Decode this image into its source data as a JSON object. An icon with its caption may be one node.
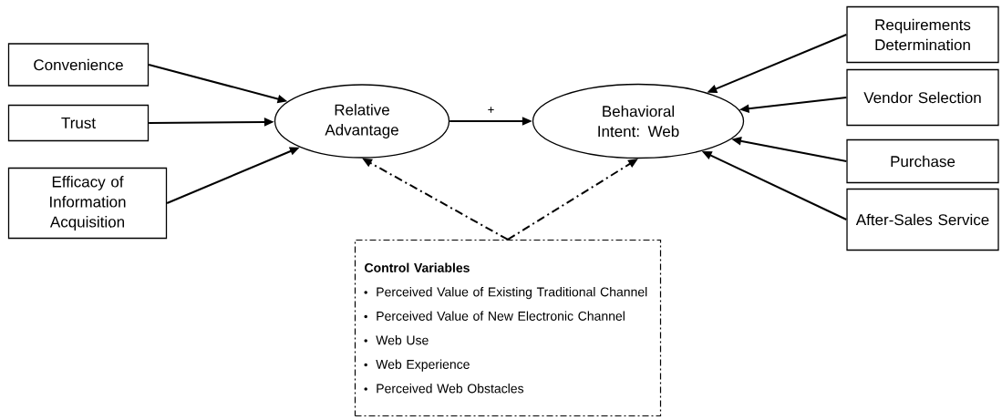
{
  "diagram": {
    "nodes": [
      {
        "text": [
          "Convenience"
        ]
      },
      {
        "text": [
          "Trust"
        ]
      },
      {
        "text": [
          "Efficacy of Information Acquisition"
        ]
      },
      {
        "text": [
          "Relative Advantage"
        ]
      },
      {
        "text": [
          "Behavioral Intent: Web"
        ]
      },
      {
        "text": [
          "Requirements Determination"
        ]
      },
      {
        "text": [
          "Vendor Selection"
        ]
      },
      {
        "text": [
          "Purchase"
        ]
      },
      {
        "text": [
          "After-Sales Service"
        ]
      },
      {
        "text": [
          "Control Variables",
          "Perceived Value of Existing Traditional Channel",
          "Perceived Value of New Electronic Channel",
          "Web Use",
          "Web Experience",
          "Perceived Web Obstacles"
        ]
      }
    ],
    "edges": [
      {
        "from": 0,
        "to": 3,
        "arrow": "to"
      },
      {
        "from": 1,
        "to": 3,
        "arrow": "to"
      },
      {
        "from": 2,
        "to": 3,
        "arrow": "to"
      },
      {
        "from": 3,
        "to": 4,
        "arrow": "to",
        "label": "+"
      },
      {
        "from": 5,
        "to": 4,
        "arrow": "to"
      },
      {
        "from": 6,
        "to": 4,
        "arrow": "to"
      },
      {
        "from": 7,
        "to": 4,
        "arrow": "to"
      },
      {
        "from": 8,
        "to": 4,
        "arrow": "to"
      },
      {
        "from": 9,
        "to": 3,
        "arrow": "to",
        "style": "dashed"
      },
      {
        "from": 9,
        "to": 4,
        "arrow": "to",
        "style": "dashed"
      }
    ]
  }
}
